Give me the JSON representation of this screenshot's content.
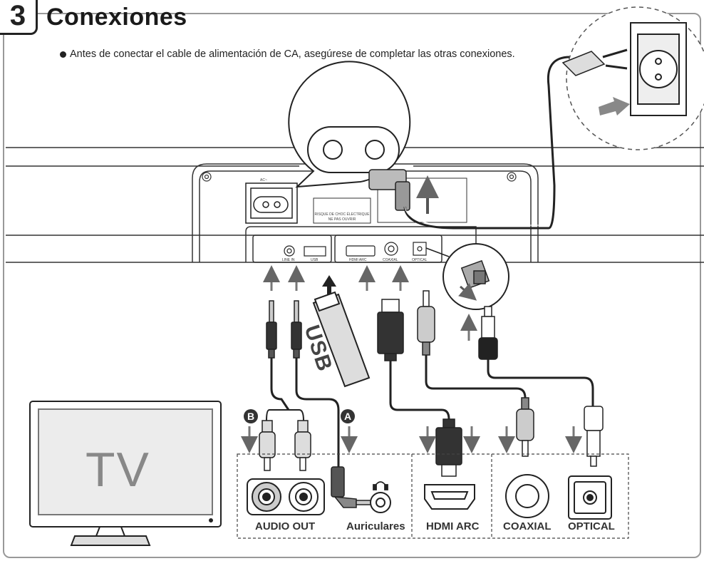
{
  "step": {
    "number": "3",
    "title": "Conexiones"
  },
  "note": "Antes de conectar el cable de alimentación de CA, asegúrese de completar las otras conexiones.",
  "device_ports": {
    "ac": "AC~",
    "line_in": "LINE IN",
    "usb": "USB",
    "hdmi_arc": "HDMI ARC",
    "coaxial": "COAXIAL",
    "optical": "OPTICAL",
    "warning_line1": "RISQUE DE CHOC ÉLECTRIQUE",
    "warning_line2": "NE PAS OUVRIR"
  },
  "usb_stick_text": "USB",
  "tv_text": "TV",
  "badges": {
    "a": "A",
    "b": "B"
  },
  "connector_labels": {
    "audio_out": "AUDIO OUT",
    "auriculares": "Auriculares",
    "hdmi_arc": "HDMI ARC",
    "coaxial": "COAXIAL",
    "optical": "OPTICAL"
  },
  "colors": {
    "line": "#333333",
    "cable": "#1f1f1f",
    "arrow": "#666666",
    "light_gray": "#dddddd"
  }
}
